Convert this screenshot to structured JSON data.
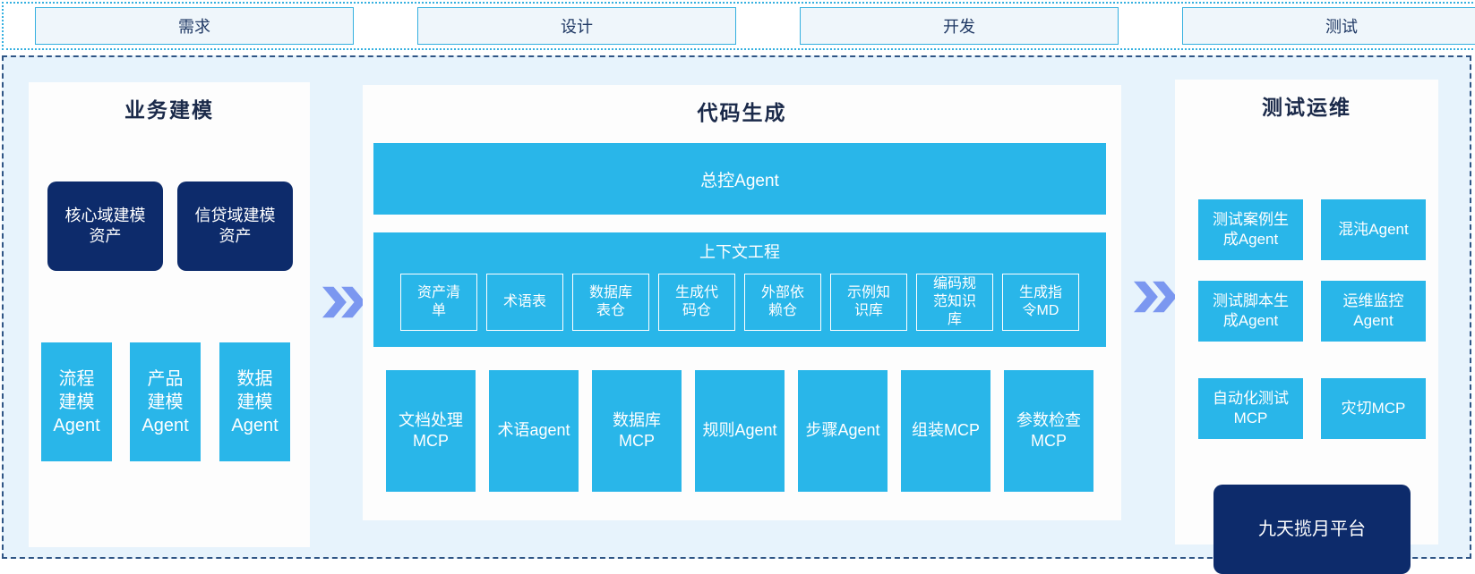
{
  "phases": [
    {
      "label": "需求"
    },
    {
      "label": "设计"
    },
    {
      "label": "开发"
    },
    {
      "label": "测试"
    }
  ],
  "business_modeling": {
    "title": "业务建模",
    "assets": [
      "核心域建模\n资产",
      "信贷域建模\n资产"
    ],
    "agents": [
      "流程\n建模\nAgent",
      "产品\n建模\nAgent",
      "数据\n建模\nAgent"
    ]
  },
  "code_generation": {
    "title": "代码生成",
    "master_agent": "总控Agent",
    "context": {
      "title": "上下文工程",
      "items": [
        "资产清\n单",
        "术语表",
        "数据库\n表仓",
        "生成代\n码仓",
        "外部依\n赖仓",
        "示例知\n识库",
        "编码规\n范知识\n库",
        "生成指\n令MD"
      ]
    },
    "tools": [
      "文档处理\nMCP",
      "术语agent",
      "数据库\nMCP",
      "规则Agent",
      "步骤Agent",
      "组装MCP",
      "参数检查\nMCP"
    ]
  },
  "test_ops": {
    "title": "测试运维",
    "boxes": [
      "测试案例生\n成Agent",
      "混沌Agent",
      "测试脚本生\n成Agent",
      "运维监控\nAgent",
      "自动化测试\nMCP",
      "灾切MCP"
    ],
    "platform": "九天揽月平台"
  },
  "colors": {
    "accent_cyan": "#29b6e9",
    "navy": "#0d2b6b",
    "chevron_blue": "#7b97f0",
    "container_bg": "#e7f3fc",
    "border_cyan": "#35b0e0",
    "border_dark": "#2f5585",
    "phase_text": "#1f3864"
  }
}
